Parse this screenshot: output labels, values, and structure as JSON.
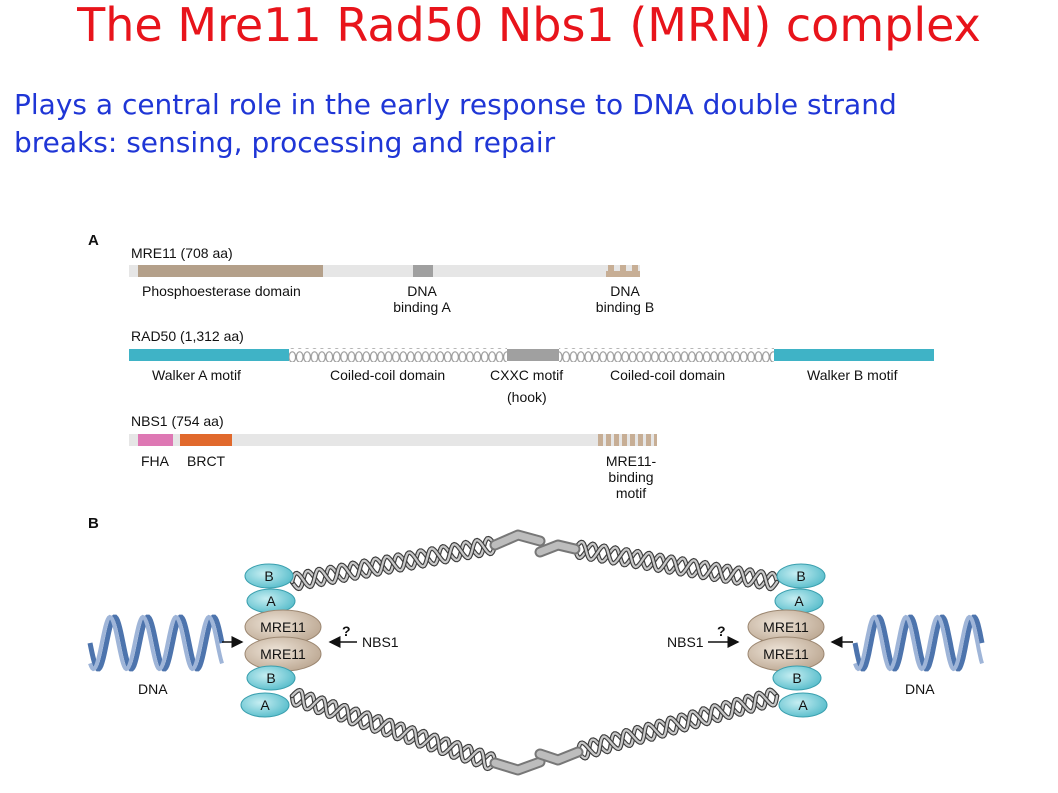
{
  "slide": {
    "title": "The Mre11 Rad50 Nbs1 (MRN) complex",
    "subtitle_line1": "Plays a central role in the early response to DNA double strand",
    "subtitle_line2": "breaks: sensing, processing and repair"
  },
  "colors": {
    "title": "#e8141b",
    "subtitle": "#1f36d6",
    "phosphoesterase": "#b4a08a",
    "walker": "#3fb3c6",
    "fha": "#de78b4",
    "brct": "#e1692c",
    "dna_binding": "#a0a0a0",
    "mre11_oval": "#cdbaa5",
    "rad50_oval": "#7ccfd8"
  },
  "panel_a": {
    "label": "A",
    "mre11": {
      "name": "MRE11 (708 aa)",
      "domains": [
        "Phosphoesterase domain",
        "DNA\nbinding A",
        "DNA\nbinding B"
      ]
    },
    "rad50": {
      "name": "RAD50 (1,312 aa)",
      "domains": [
        "Walker A motif",
        "Coiled-coil domain",
        "CXXC motif",
        "(hook)",
        "Coiled-coil domain",
        "Walker B motif"
      ]
    },
    "nbs1": {
      "name": "NBS1 (754 aa)",
      "domains": [
        "FHA",
        "BRCT",
        "MRE11-\nbinding\nmotif"
      ]
    }
  },
  "panel_b": {
    "label": "B",
    "left": {
      "dna": "DNA",
      "rad50_top": [
        "B",
        "A"
      ],
      "mre11": [
        "MRE11",
        "MRE11"
      ],
      "rad50_bottom": [
        "B",
        "A"
      ],
      "question": "?",
      "nbs1": "NBS1"
    },
    "right": {
      "dna": "DNA",
      "rad50_top": [
        "B",
        "A"
      ],
      "mre11": [
        "MRE11",
        "MRE11"
      ],
      "rad50_bottom": [
        "B",
        "A"
      ],
      "question": "?",
      "nbs1": "NBS1"
    }
  }
}
